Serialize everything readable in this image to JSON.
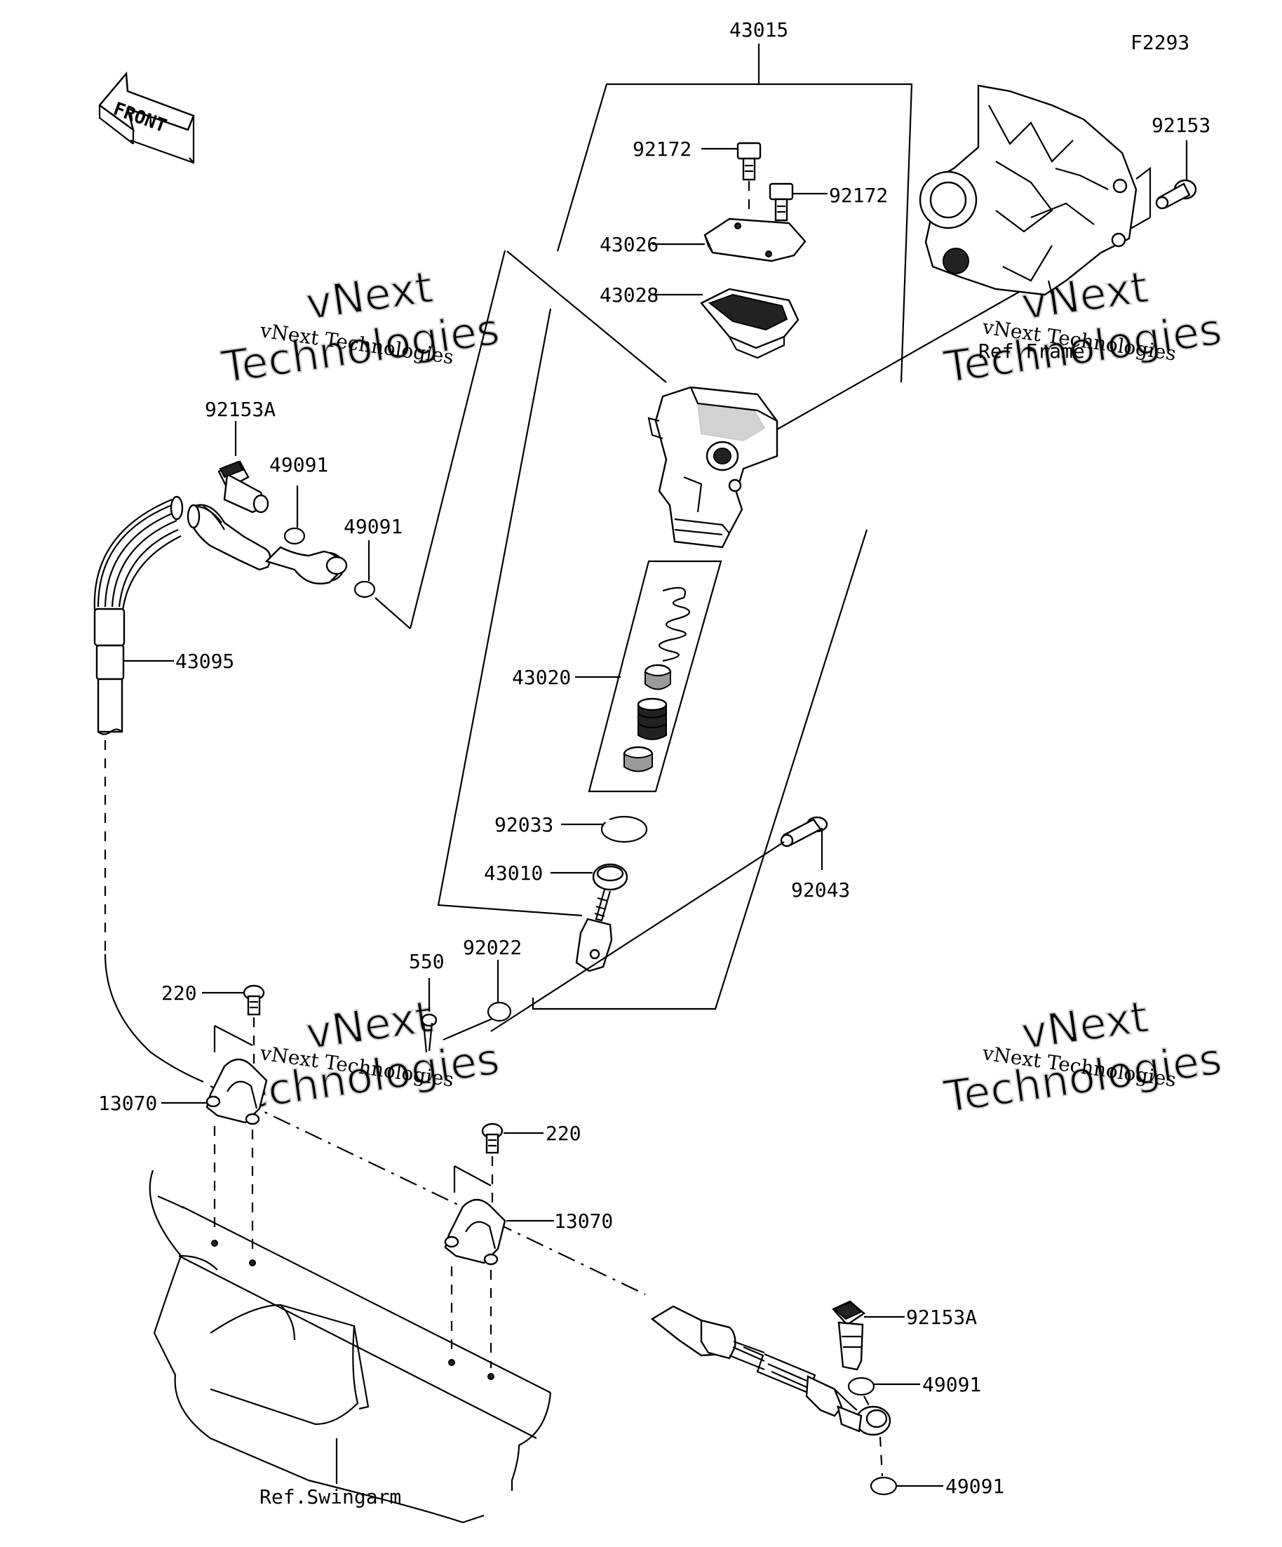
{
  "figure_code": "F2293",
  "front_label": "FRONT",
  "references": {
    "frame": "Ref.Frame",
    "swingarm": "Ref.Swingarm"
  },
  "watermark": {
    "line1": "vNext Technologies",
    "line2a": "vNext",
    "line2b": "Technologies"
  },
  "parts": {
    "assembly": "43015",
    "cap_screw_a": "92172",
    "cap_screw_b": "92172",
    "cap": "43026",
    "diaphragm": "43028",
    "piston_set": "43020",
    "circlip": "92033",
    "push_rod": "43010",
    "pin": "92043",
    "washer_pin": "92022",
    "cotter_pin": "550",
    "bolt_frame": "92153",
    "banjo_bolt_top": "92153A",
    "gasket_top_a": "49091",
    "gasket_top_b": "49091",
    "hose": "43095",
    "screw_clamp_a": "220",
    "screw_clamp_b": "220",
    "clamp_a": "13070",
    "clamp_b": "13070",
    "banjo_bolt_bottom": "92153A",
    "gasket_bottom_a": "49091",
    "gasket_bottom_b": "49091"
  }
}
